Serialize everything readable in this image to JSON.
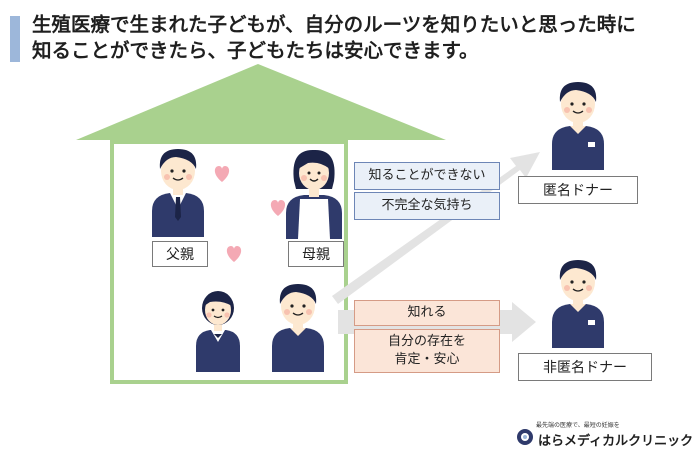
{
  "heading": {
    "line1": "生殖医療で生まれた子どもが、自分のルーツを知りたいと思った時に",
    "line2": "知ることができたら、子どもたちは安心できます。"
  },
  "labels": {
    "father": "父親",
    "mother": "母親",
    "anonymous_donor": "匿名ドナー",
    "non_anonymous_donor": "非匿名ドナー"
  },
  "callouts": {
    "cannot_know": "知ることができない",
    "incomplete_feeling": "不完全な気持ち",
    "can_know": "知れる",
    "affirm_line1": "自分の存在を",
    "affirm_line2": "肯定・安心"
  },
  "logo": {
    "tagline": "最先端の医療で、最短の妊娠を",
    "name": "はらメディカルクリニック"
  },
  "colors": {
    "house": "#a9d18e",
    "navy": "#2f3a6b",
    "skin": "#fde8d0",
    "heart": "#f4a9b4",
    "arrow": "#e3e3e3",
    "heading_bar": "#9db7da"
  }
}
